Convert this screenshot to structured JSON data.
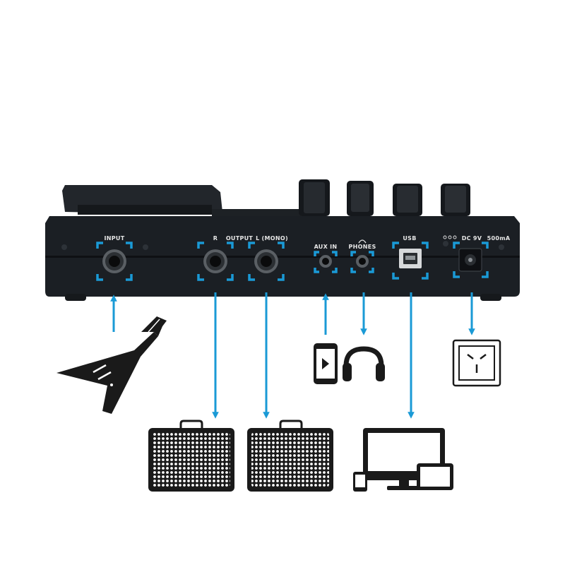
{
  "colors": {
    "accent": "#1a9ad6",
    "device_body": "#1b1f24",
    "device_panel": "#14171b",
    "icon_black": "#1a1a1a"
  },
  "panel_labels": {
    "input": "INPUT",
    "r": "R",
    "output": "OUTPUT",
    "l_mono": "L (MONO)",
    "aux_in": "AUX IN",
    "phones": "PHONES",
    "usb": "USB",
    "dc": "DC 9V",
    "ma": "500mA"
  },
  "icons": {
    "guitar": "electric-guitar-icon",
    "amp": "guitar-amplifier-icon",
    "phone": "smartphone-play-icon",
    "headphones": "headphones-icon",
    "computer": "computer-tablet-phone-icon",
    "outlet": "wall-power-outlet-icon"
  }
}
